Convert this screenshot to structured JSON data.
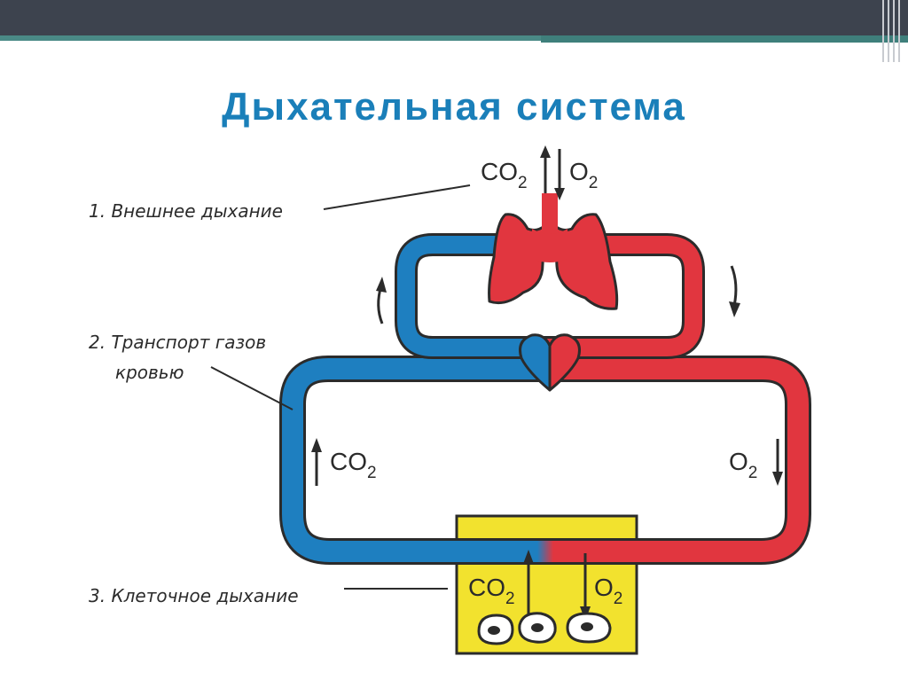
{
  "title": "Дыхательная система",
  "labels": {
    "external": "1. Внешнее дыхание",
    "transport_line1": "2. Транспорт газов",
    "transport_line2": "кровью",
    "cellular": "3. Клеточное дыхание"
  },
  "gases": {
    "co2_main": "CO",
    "co2_sub": "2",
    "o2_main": "O",
    "o2_sub": "2"
  },
  "colors": {
    "venous": "#1e7fc0",
    "arterial": "#e1363f",
    "tissue": "#f2e22e",
    "title": "#1a7fb9"
  }
}
